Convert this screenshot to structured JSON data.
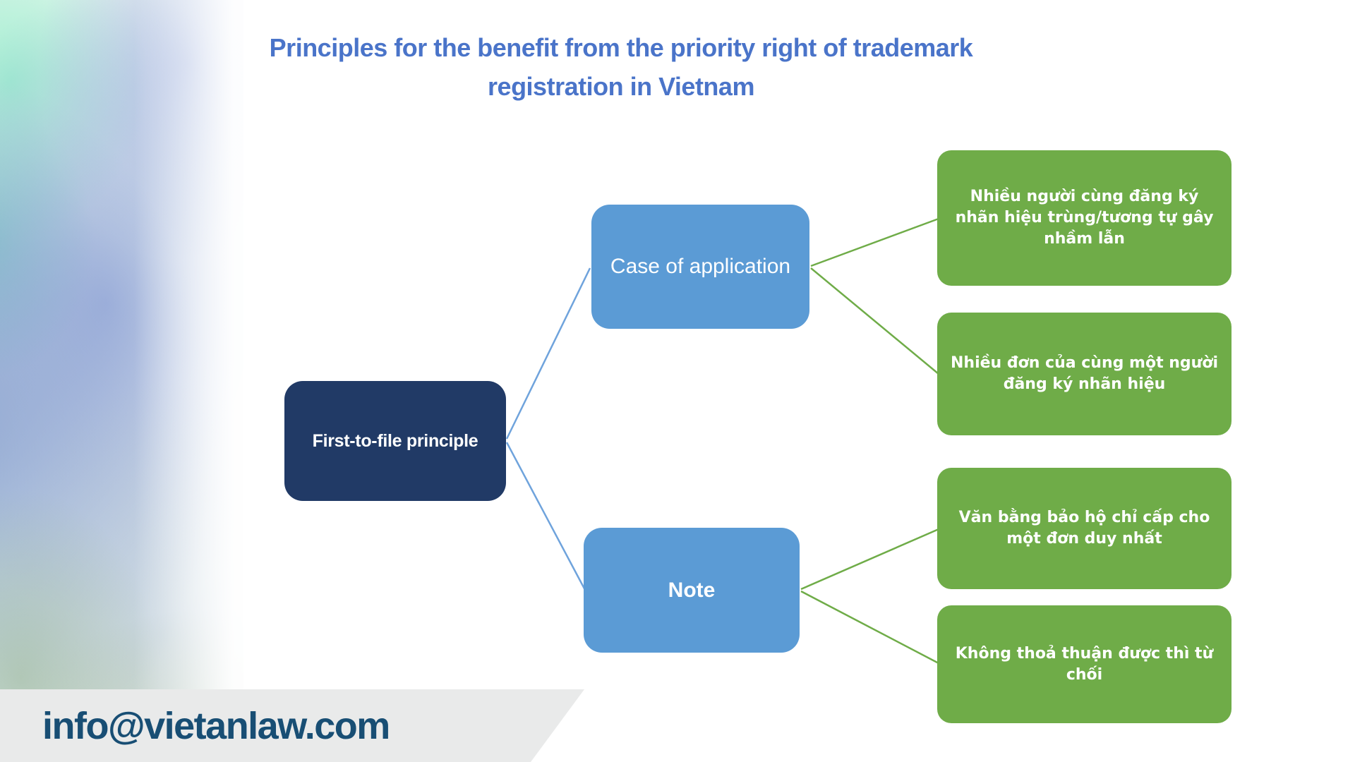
{
  "title": {
    "line1": "Principles for the benefit from the priority right of trademark",
    "line2": "registration in Vietnam"
  },
  "diagram": {
    "root": {
      "label": "First-to-file principle"
    },
    "branches": [
      {
        "label": "Case of application",
        "children": [
          {
            "label": "Nhiều người cùng đăng ký nhãn hiệu trùng/tương tự gây nhầm lẫn"
          },
          {
            "label": "Nhiều đơn của cùng một người đăng ký nhãn hiệu"
          }
        ]
      },
      {
        "label": "Note",
        "children": [
          {
            "label": "Văn bằng bảo hộ chỉ cấp cho một đơn duy nhất"
          },
          {
            "label": "Không thoả thuận được thì từ chối"
          }
        ]
      }
    ]
  },
  "footer": {
    "email": "info@vietanlaw.com"
  },
  "colors": {
    "title_blue": "#4a74c9",
    "root_navy": "#213a66",
    "branch_blue": "#5b9bd5",
    "leaf_green": "#6fac48",
    "connector_blue": "#6fa3dc",
    "connector_green": "#6fac48",
    "footer_band_gray": "#e9eaea",
    "footer_text_blue": "#184e74"
  }
}
